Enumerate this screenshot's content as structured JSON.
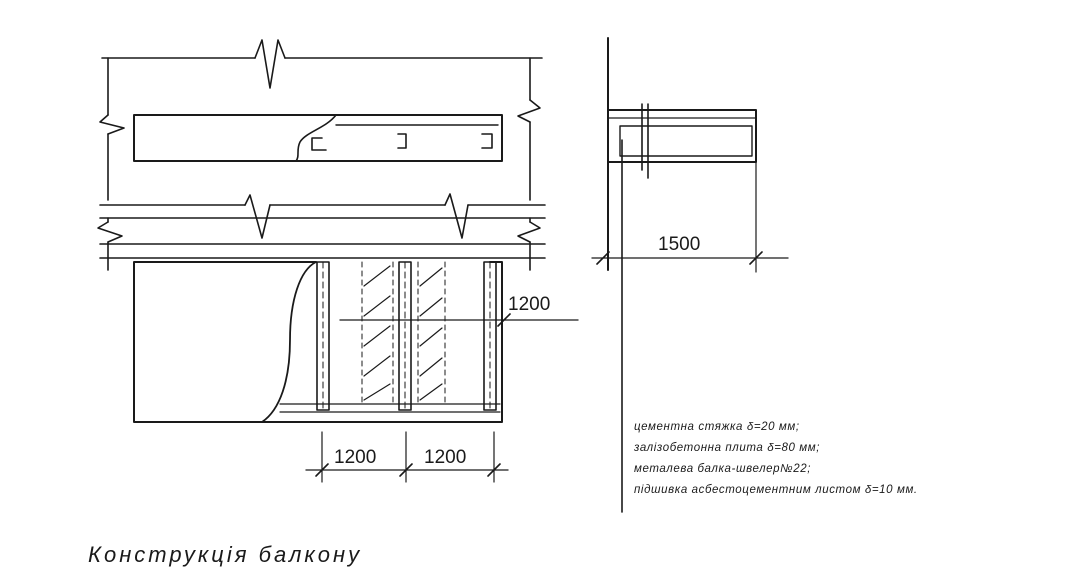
{
  "dimensions": {
    "span_left": "1200",
    "span_right": "1200",
    "depth_plan": "1200",
    "depth_section": "1500"
  },
  "legend": [
    "цементна стяжка δ=20 мм;",
    "залізобетонна плита δ=80 мм;",
    "металева балка-швелер№22;",
    "підшивка асбестоцементним листом δ=10 мм."
  ],
  "caption": "Конструкція балкону",
  "colors": {
    "ink": "#1a1a1a",
    "paper": "#ffffff"
  }
}
